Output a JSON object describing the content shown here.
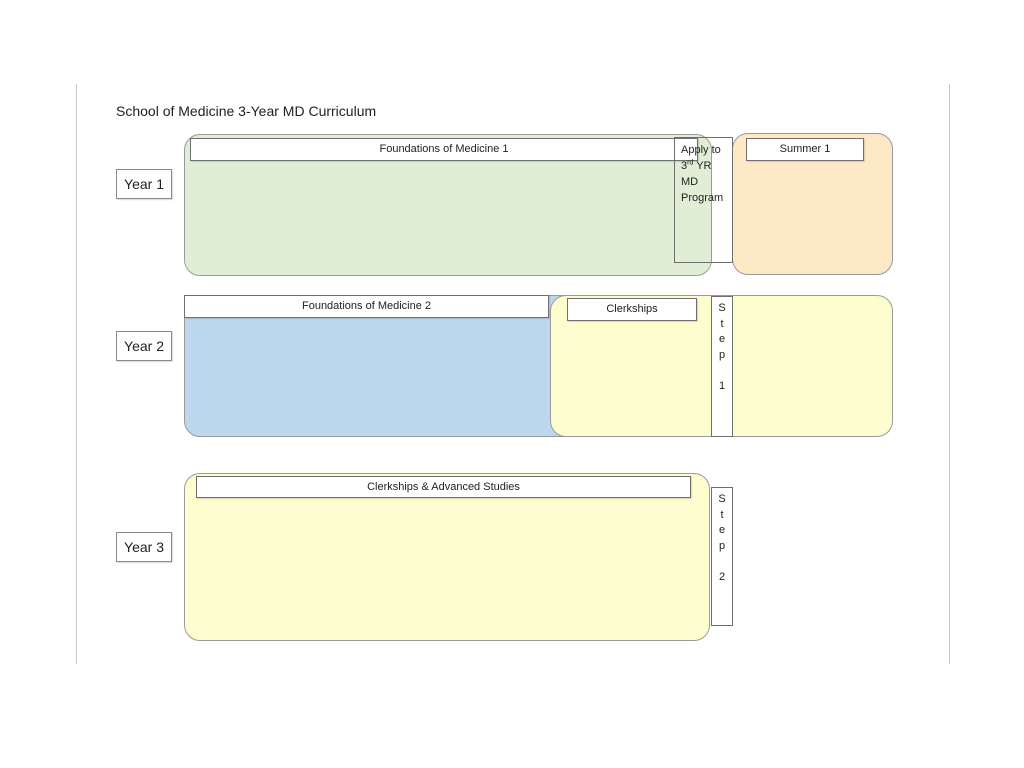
{
  "title": "School of Medicine 3-Year MD Curriculum",
  "years": {
    "y1": "Year 1",
    "y2": "Year 2",
    "y3": "Year 3"
  },
  "blocks": {
    "fom1": "Foundations of Medicine 1",
    "apply": {
      "line1": "Apply to",
      "line2_num": "3",
      "line2_sup": "rd",
      "line2_rest": " YR",
      "line3": "MD",
      "line4": "Program"
    },
    "summer1": "Summer 1",
    "fom2": "Foundations of Medicine 2",
    "clerkships": "Clerkships",
    "step1": "Step 1",
    "clerk_adv": "Clerkships & Advanced Studies",
    "step2": "Step 2"
  },
  "colors": {
    "fom1": "#e0eed6",
    "summer": "#fee9c7",
    "fom2": "#bdd7ee",
    "clerk": "#fdfdcf"
  }
}
